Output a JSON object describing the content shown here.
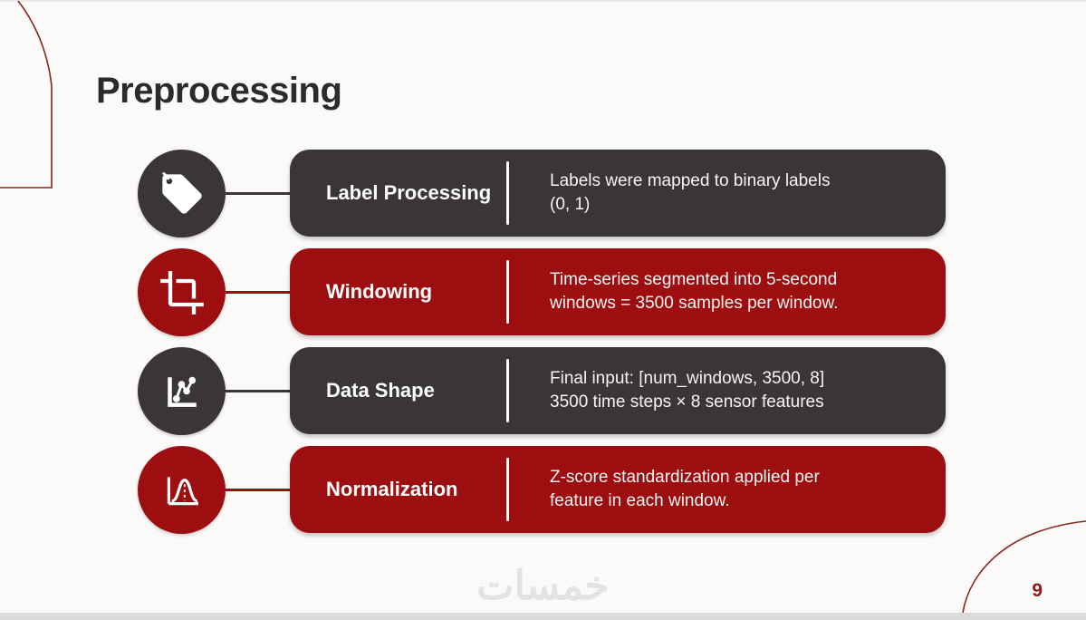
{
  "slide": {
    "title": "Preprocessing",
    "page_number": "9",
    "watermark": "خمسات",
    "rows": [
      {
        "icon": "tag-icon",
        "theme": "dark",
        "title": "Label Processing",
        "description": "Labels were mapped to binary labels\n(0, 1)"
      },
      {
        "icon": "crop-icon",
        "theme": "red",
        "title": "Windowing",
        "description": "Time-series segmented into 5-second\nwindows = 3500 samples per window."
      },
      {
        "icon": "line-chart-icon",
        "theme": "dark",
        "title": "Data Shape",
        "description": "Final input: [num_windows, 3500, 8]\n3500 time steps × 8 sensor features"
      },
      {
        "icon": "bell-curve-icon",
        "theme": "red",
        "title": "Normalization",
        "description": "Z-score standardization applied per\nfeature in each window."
      }
    ],
    "colors": {
      "dark_card": "#3a3536",
      "red_card": "#9c0e0f",
      "corner_arc": "#8a261e",
      "page_number": "#941616",
      "background": "#fbfaf8"
    }
  }
}
